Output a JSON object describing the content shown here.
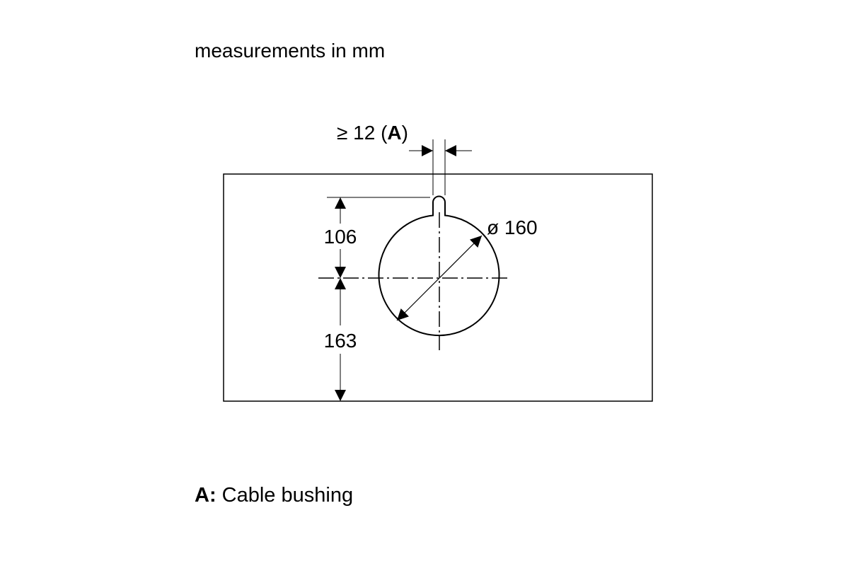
{
  "header": {
    "units_note": "measurements in mm"
  },
  "diagram": {
    "clearance_dimension": {
      "prefix": "≥ 12 (",
      "reference": "A",
      "suffix": ")"
    },
    "vertical_dimension_top": "106",
    "vertical_dimension_bottom": "163",
    "diameter_label": "ø 160"
  },
  "legend": {
    "key": "A:",
    "description": " Cable bushing"
  }
}
